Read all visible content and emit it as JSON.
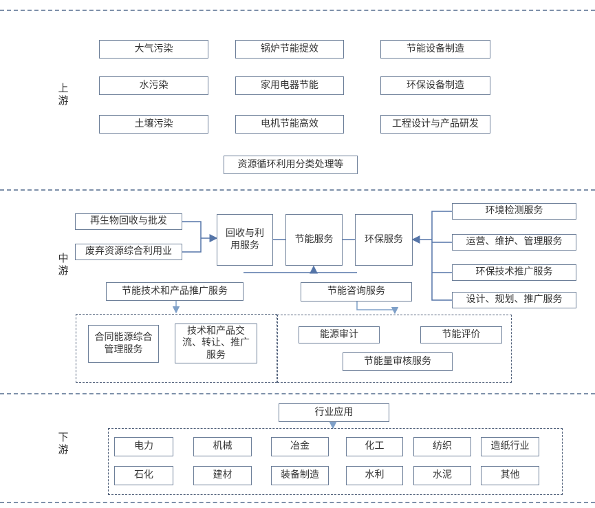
{
  "sections": {
    "upstream": "上游",
    "midstream": "中游",
    "downstream": "下游"
  },
  "upstream": {
    "items": [
      "大气污染",
      "锅炉节能提效",
      "节能设备制造",
      "水污染",
      "家用电器节能",
      "环保设备制造",
      "土壤污染",
      "电机节能高效",
      "工程设计与产品研发"
    ],
    "bottom": "资源循环利用分类处理等"
  },
  "midstream": {
    "left_inputs": [
      "再生物回收与批发",
      "废弃资源综合利用业"
    ],
    "recycle": "回收与利用服务",
    "energy_saving": "节能服务",
    "env_protect": "环保服务",
    "right_services": [
      "环境检测服务",
      "运营、维护、管理服务",
      "环保技术推广服务",
      "设计、规划、推广服务"
    ],
    "tech_promo": "节能技术和产品推广服务",
    "consult": "节能咨询服务",
    "group_left": [
      "合同能源综合管理服务",
      "技术和产品交流、转让、推广服务"
    ],
    "group_right": [
      "能源审计",
      "节能评价",
      "节能量审核服务"
    ]
  },
  "downstream": {
    "header": "行业应用",
    "industries": [
      "电力",
      "机械",
      "冶金",
      "化工",
      "纺织",
      "造纸行业",
      "石化",
      "建材",
      "装备制造",
      "水利",
      "水泥",
      "其他"
    ]
  }
}
